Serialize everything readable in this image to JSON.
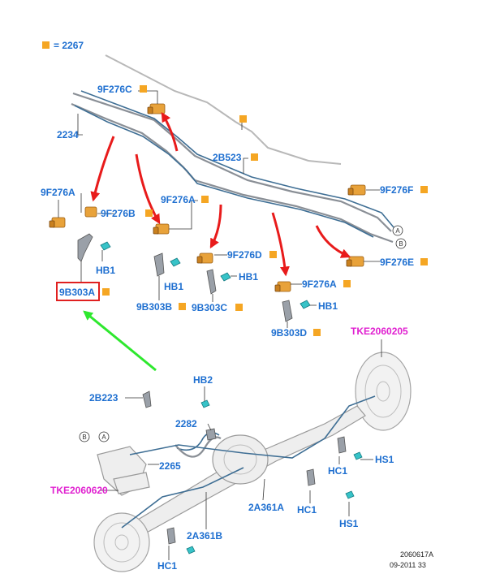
{
  "legend": {
    "swatch_color": "#f5a623",
    "text": "= 2267"
  },
  "colors": {
    "label_blue": "#1e6fd0",
    "label_pink": "#e020d0",
    "arrow_red": "#e81b1b",
    "arrow_green": "#2ee82e",
    "highlight_box": "#e02020",
    "part_square": "#f5a623"
  },
  "labels": {
    "l_9f276c": "9F276C",
    "l_2234": "2234",
    "l_2b523": "2B523",
    "l_9f276a_1": "9F276A",
    "l_9f276b": "9F276B",
    "l_9f276a_2": "9F276A",
    "l_9f276f": "9F276F",
    "l_9f276d": "9F276D",
    "l_hb1_1": "HB1",
    "l_hb1_2": "HB1",
    "l_hb1_3": "HB1",
    "l_hb1_4": "HB1",
    "l_9f276a_3": "9F276A",
    "l_9f276e": "9F276E",
    "l_9b303a": "9B303A",
    "l_9b303b": "9B303B",
    "l_9b303c": "9B303C",
    "l_9b303d": "9B303D",
    "l_tke_1": "TKE2060205",
    "l_hb2": "HB2",
    "l_2b223": "2B223",
    "l_2282": "2282",
    "l_2265": "2265",
    "l_tke_2": "TKE2060620",
    "l_hc1_1": "HC1",
    "l_hs1_1": "HS1",
    "l_2a361a": "2A361A",
    "l_hc1_2": "HC1",
    "l_hs1_2": "HS1",
    "l_2a361b": "2A361B",
    "l_hc1_3": "HC1"
  },
  "refs": {
    "a": "A",
    "b": "B"
  },
  "footer": {
    "code": "2060617A",
    "date": "09-2011 33"
  }
}
